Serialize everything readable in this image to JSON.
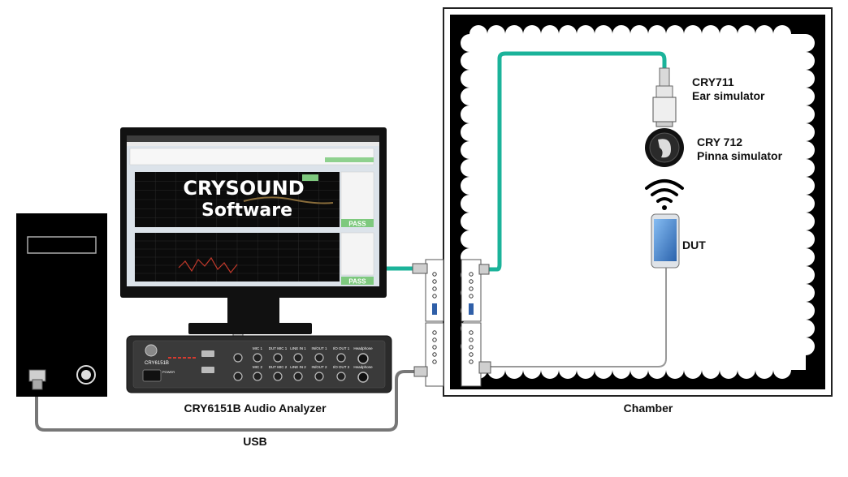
{
  "screen_text": {
    "line1": "CRYSOUND",
    "line2": "Software",
    "pass1": "PASS",
    "pass2": "PASS"
  },
  "labels": {
    "ear_simulator_model": "CRY711",
    "ear_simulator_name": "Ear simulator",
    "pinna_simulator_model": "CRY 712",
    "pinna_simulator_name": "Pinna simulator",
    "dut": "DUT",
    "analyzer": "CRY6151B Audio Analyzer",
    "chamber": "Chamber",
    "usb": "USB"
  },
  "analyzer_panel": {
    "brand": "CRY6151B",
    "power": "POWER",
    "top_row": [
      "MIC 1",
      "DUT MIC 1",
      "LINE IN 1",
      "IN/OUT 1",
      "I/O OUT 1"
    ],
    "bottom_row": [
      "MIC 2",
      "DUT MIC 2",
      "LINE IN 2",
      "IN/OUT 2",
      "I/O OUT 2"
    ],
    "headphone": "Headphone"
  },
  "colors": {
    "audio_cable": "#1bb39a",
    "usb_cable": "#777777",
    "chamber_lining": "#000000",
    "screen_bg": "#111111",
    "pass_green": "#7ec97e"
  }
}
